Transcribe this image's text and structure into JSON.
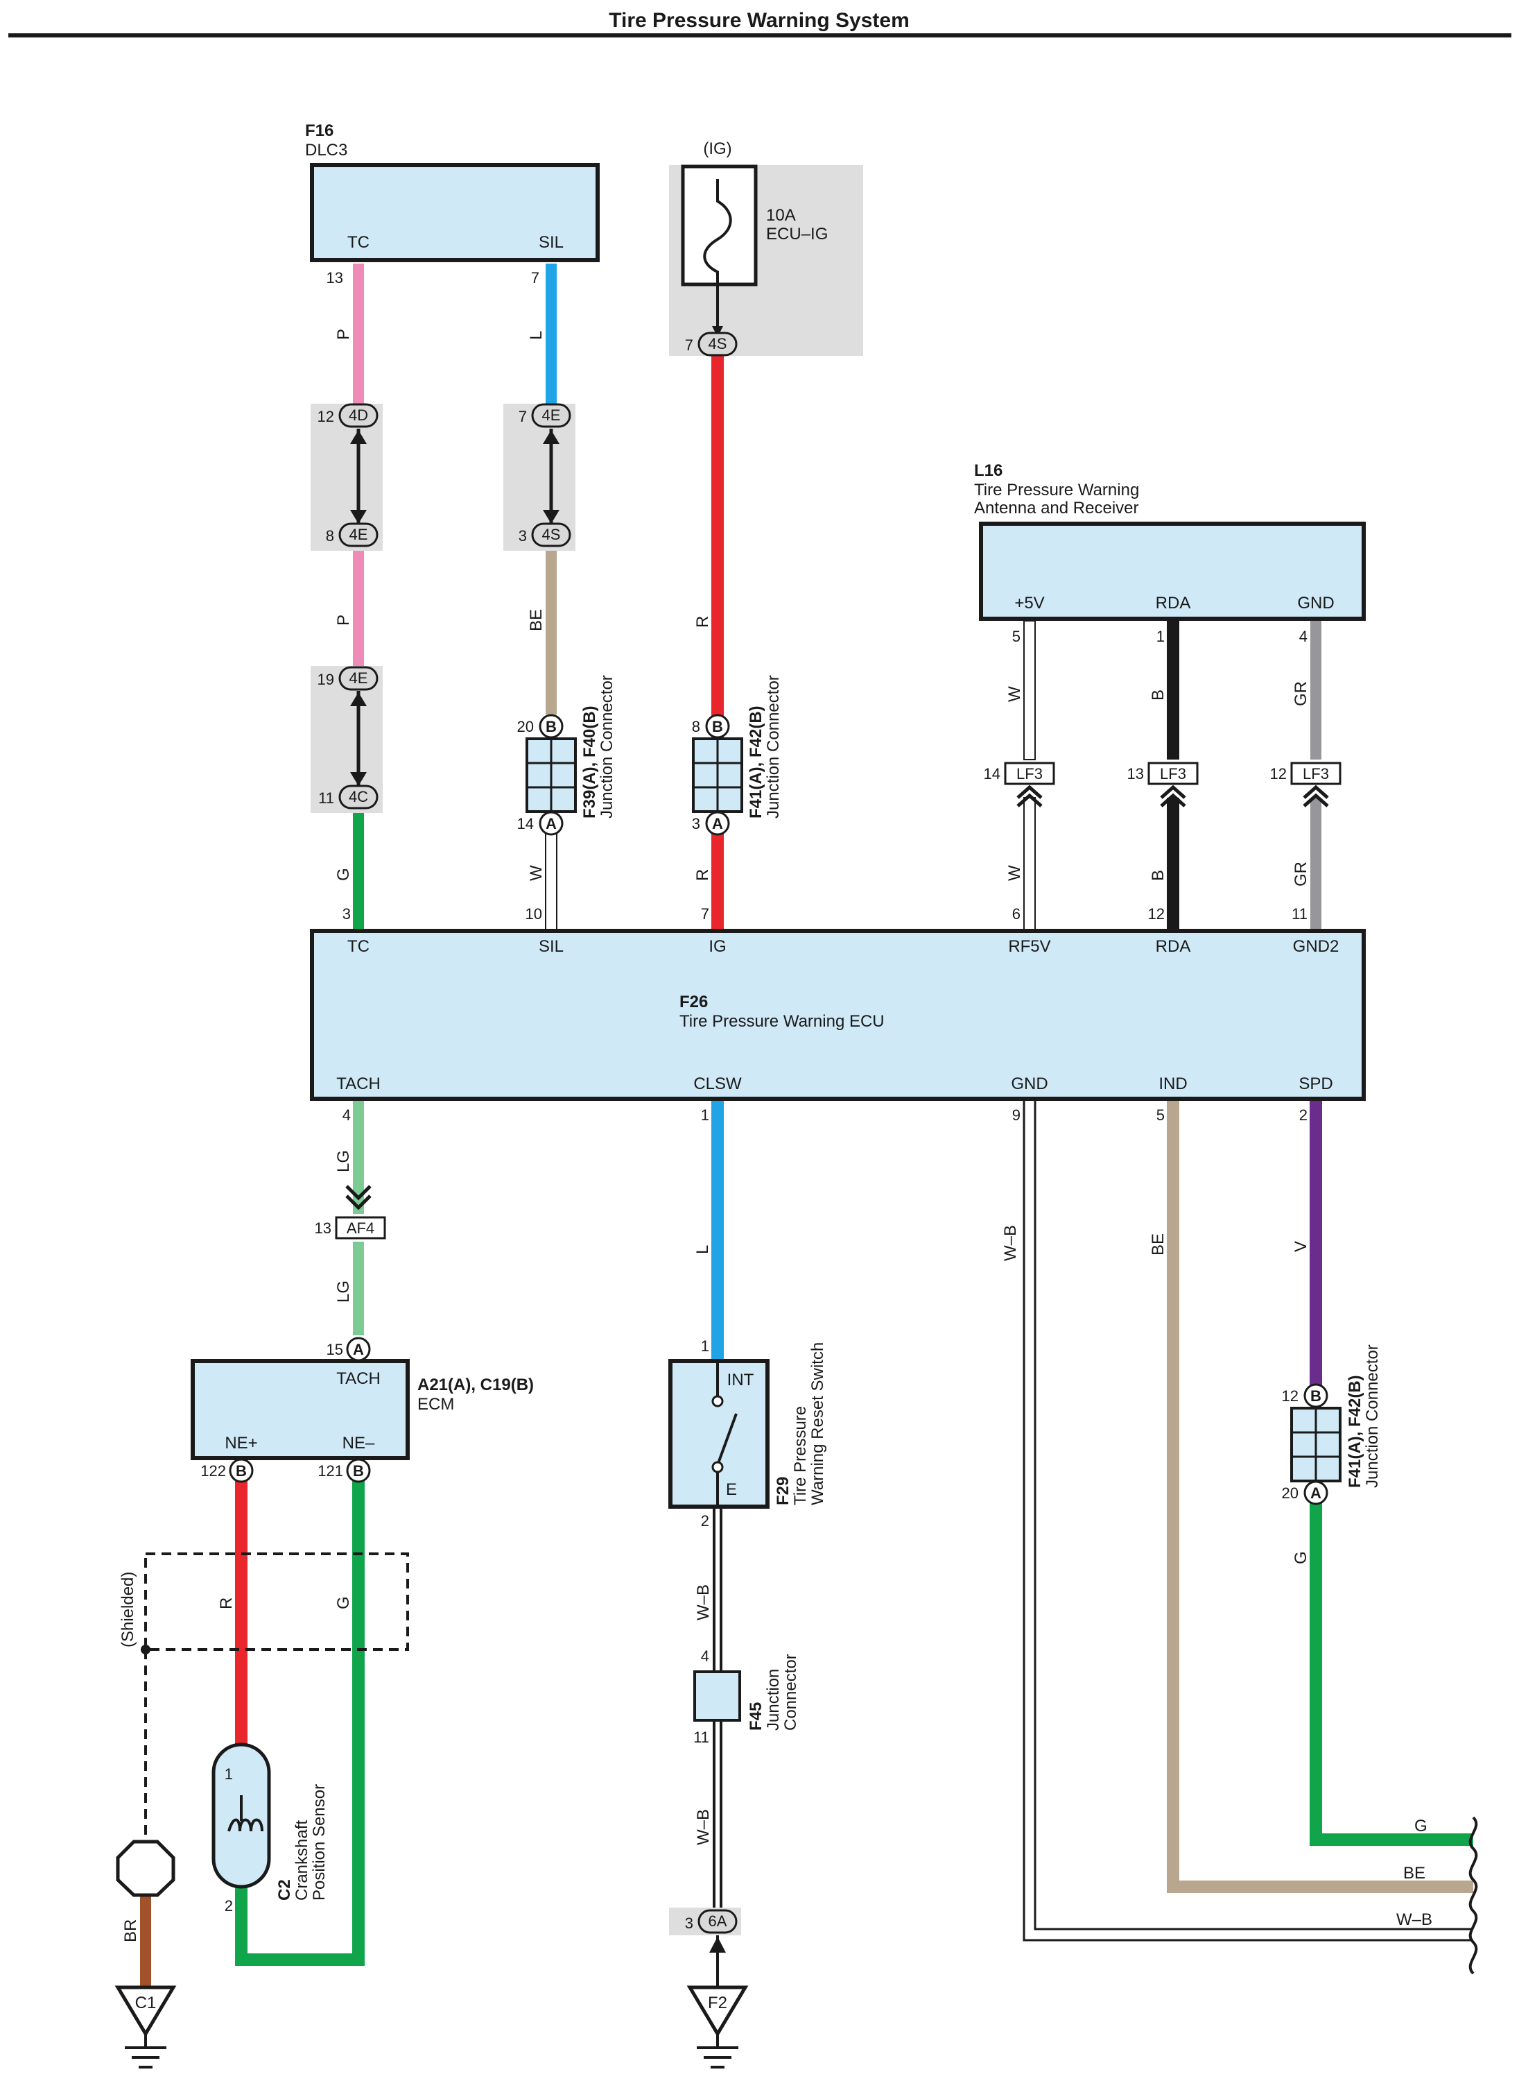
{
  "title": "Tire Pressure Warning System",
  "components": {
    "f16": {
      "code": "F16",
      "name": "DLC3",
      "pin_tc": "TC",
      "pin_sil": "SIL"
    },
    "fuse": {
      "supply": "(IG)",
      "rating": "10A",
      "name": "ECU–IG"
    },
    "l16": {
      "code": "L16",
      "name_line1": "Tire Pressure Warning",
      "name_line2": "Antenna and Receiver",
      "pin_5v": "+5V",
      "pin_rda": "RDA",
      "pin_gnd": "GND"
    },
    "f26": {
      "code": "F26",
      "name": "Tire Pressure Warning ECU",
      "top_pins": [
        "TC",
        "SIL",
        "IG",
        "RF5V",
        "RDA",
        "GND2"
      ],
      "bottom_pins": [
        "TACH",
        "CLSW",
        "GND",
        "IND",
        "SPD"
      ]
    },
    "ecm": {
      "code": "A21(A), C19(B)",
      "name": "ECM",
      "pin_tach": "TACH",
      "pin_nep": "NE+",
      "pin_nen": "NE–"
    },
    "f29": {
      "code": "F29",
      "name_line1": "Tire Pressure",
      "name_line2": "Warning Reset Switch",
      "pin_int": "INT",
      "pin_e": "E"
    },
    "f45": {
      "code": "F45",
      "name_line1": "Junction",
      "name_line2": "Connector"
    },
    "c2": {
      "code": "C2",
      "name_line1": "Crankshaft",
      "name_line2": "Position Sensor"
    },
    "jc_f39": {
      "code": "F39(A), F40(B)",
      "name": "Junction Connector"
    },
    "jc_f41": {
      "code": "F41(A), F42(B)",
      "name": "Junction Connector"
    },
    "jc_f41b": {
      "code": "F41(A), F42(B)",
      "name": "Junction Connector"
    },
    "shielded": "(Shielded)",
    "ground_c1": "C1",
    "ground_f2": "F2"
  },
  "connectors": {
    "c4d": "4D",
    "c4e_a": "4E",
    "c4e_b": "4E",
    "c4c": "4C",
    "c4s_a": "4S",
    "c4s_b": "4S",
    "c4s_fuse": "4S",
    "lf3": "LF3",
    "af4": "AF4",
    "c6a": "6A",
    "pin_a": "A",
    "pin_b": "B"
  },
  "pin_numbers": {
    "tc13": "13",
    "sil7": "7",
    "fuse7": "7",
    "c4d12": "12",
    "c4e7": "7",
    "c4e8": "8",
    "c4s3": "3",
    "c4e19": "19",
    "c4c11": "11",
    "jcB20": "20",
    "jcA14": "14",
    "jcB8": "8",
    "jcA3": "3",
    "l16_5": "5",
    "l16_1": "1",
    "l16_4": "4",
    "lf3_14": "14",
    "lf3_13": "13",
    "lf3_12": "12",
    "tc3": "3",
    "sil10": "10",
    "ig7": "7",
    "rf5v6": "6",
    "rda12": "12",
    "gnd2_11": "11",
    "tach4": "4",
    "clsw1": "1",
    "gnd9": "9",
    "ind5": "5",
    "spd2": "2",
    "af4_13": "13",
    "ecmA15": "15",
    "sw1": "1",
    "sw2": "2",
    "jB12": "12",
    "jA20": "20",
    "ecm122": "122",
    "ecm121": "121",
    "f45_4": "4",
    "f45_11": "11",
    "c2_1": "1",
    "c2_2": "2",
    "c6a_3": "3"
  },
  "wire_labels": {
    "tc_p1": "P",
    "sil_l": "L",
    "tc_p2": "P",
    "sil_be": "BE",
    "ig_r1": "R",
    "tc_g": "G",
    "sil_w": "W",
    "ig_r2": "R",
    "l16_w1": "W",
    "l16_b1": "B",
    "l16_gr1": "GR",
    "l16_w2": "W",
    "l16_b2": "B",
    "l16_gr2": "GR",
    "tach_lg1": "LG",
    "tach_lg2": "LG",
    "clsw_l": "L",
    "gnd_wb": "W–B",
    "ind_be": "BE",
    "spd_v": "V",
    "spd_g": "G",
    "ecm_r": "R",
    "ecm_g": "G",
    "sw_wb1": "W–B",
    "sw_wb2": "W–B",
    "c1_br": "BR",
    "out_g": "G",
    "out_be": "BE",
    "out_wb": "W–B"
  },
  "colors": {
    "pink": "#f08bb8",
    "blue": "#21a4e6",
    "red": "#e8262b",
    "green": "#10a54a",
    "lightgreen": "#7ccb95",
    "tan": "#b9a68e",
    "black": "#1a1a1a",
    "gray": "#97979b",
    "purple": "#6b2d8c",
    "brown": "#a1522b",
    "box_fill": "#cfe9f7",
    "shade": "#dedede"
  }
}
